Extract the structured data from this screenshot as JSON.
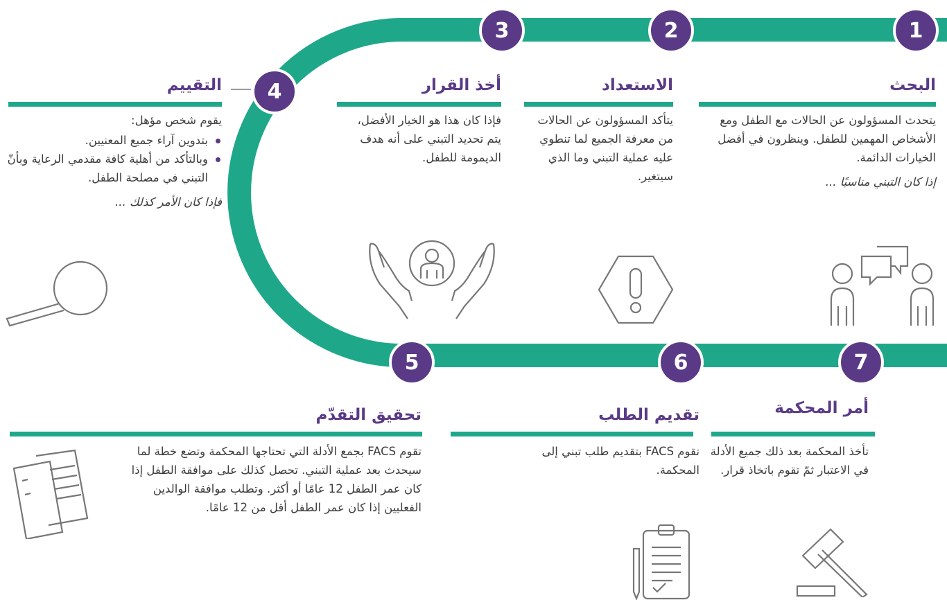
{
  "colors": {
    "purple": "#5a3a86",
    "teal": "#1ea889",
    "text": "#3d3d3d"
  },
  "steps": [
    {
      "num": "1",
      "title": "البحث",
      "body": "يتحدث المسؤولون عن الحالات مع الطفل ومع الأشخاص المهمين للطفل. وينظرون في أفضل الخيارات الدائمة.",
      "note": "إذا كان التبني مناسبًا ...",
      "icon": "two-people-talking-icon"
    },
    {
      "num": "2",
      "title": "الاستعداد",
      "body": "يتأكد المسؤولون عن الحالات من معرفة الجميع لما تنطوي عليه عملية التبني وما الذي سيتغير.",
      "icon": "warning-icon"
    },
    {
      "num": "3",
      "title": "أخذ القرار",
      "body": "فإذا كان هذا هو الخيار الأفضل، يتم تحديد التبني على أنه هدف الديمومة للطفل.",
      "icon": "hands-holding-child-icon"
    },
    {
      "num": "4",
      "title": "التقييم",
      "intro": "يقوم شخص مؤهل:",
      "bullets": [
        "بتدوين آراء جميع المعنيين.",
        "وبالتأكد من أهلية كافة مقدمي الرعاية وبأنّ التبني في مصلحة الطفل."
      ],
      "note": "فإذا كان الأمر كذلك ...",
      "icon": "magnifier-icon"
    },
    {
      "num": "5",
      "title": "تحقيق التقدّم",
      "body": "تقوم FACS بجمع الأدلة التي تحتاجها المحكمة وتضع خطة لما سيحدث بعد عملية التبني. تحصل كذلك على موافقة الطفل إذا كان عمر الطفل 12 عامًا أو أكثر. وتطلب موافقة الوالدين الفعليين إذا كان عمر الطفل أقل من 12 عامًا.",
      "icon": "documents-icon"
    },
    {
      "num": "6",
      "title": "تقديم الطلب",
      "body": "تقوم FACS بتقديم طلب تبني إلى المحكمة.",
      "icon": "clipboard-icon"
    },
    {
      "num": "7",
      "title": "أمر المحكمة",
      "body": "تأخذ المحكمة بعد ذلك جميع الأدلة في الاعتبار ثمّ تقوم باتخاذ قرار.",
      "icon": "gavel-icon"
    }
  ]
}
